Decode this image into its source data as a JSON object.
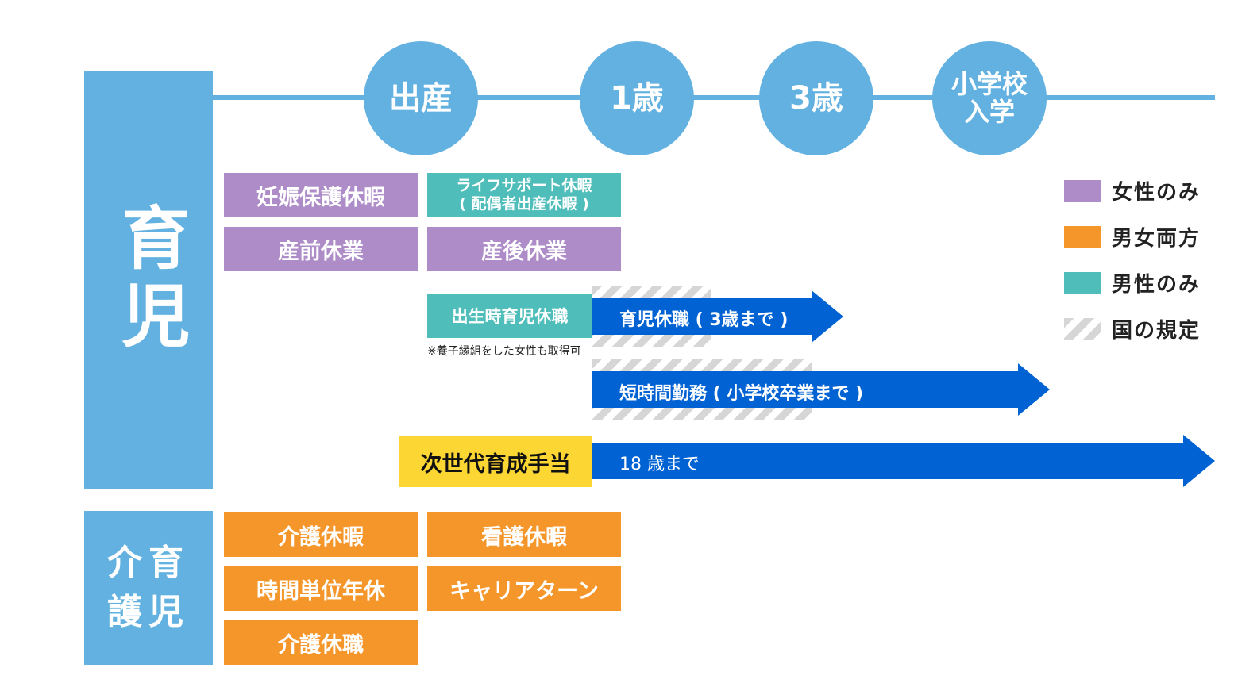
{
  "milestones": {
    "birth": "出産",
    "age1": "1歳",
    "age3": "3歳",
    "school_line1": "小学校",
    "school_line2": "入学"
  },
  "sections": {
    "childcare": "育児",
    "care_line1": "介育",
    "care_line2": "護児"
  },
  "boxes": {
    "pregnancy_leave": "妊娠保護休暇",
    "life_support_line1": "ライフサポート休暇",
    "life_support_line2": "( 配偶者出産休暇 )",
    "prenatal_leave": "産前休業",
    "postnatal_leave": "産後休業",
    "paternity_leave": "出生時育児休職",
    "adoption_note": "※養子縁組をした女性も取得可",
    "childcare_leave": "育児休職 ( 3歳まで )",
    "short_hours": "短時間勤務 ( 小学校卒業まで )",
    "next_gen_allowance": "次世代育成手当",
    "until_18": "18 歳まで",
    "care_leave": "介護休暇",
    "nursing_leave": "看護休暇",
    "hourly_leave": "時間単位年休",
    "career_return": "キャリアターン",
    "care_leave_long": "介護休職"
  },
  "legend": [
    {
      "label": "女性のみ",
      "color": "#ad8cc8"
    },
    {
      "label": "男女両方",
      "color": "#f5962b"
    },
    {
      "label": "男性のみ",
      "color": "#4fbdb9"
    },
    {
      "label": "国の規定",
      "color": "hatch"
    }
  ],
  "colors": {
    "timeline": "#62b1e0",
    "arrow": "#0062d3",
    "female": "#ad8cc8",
    "both": "#f5962b",
    "male": "#4fbdb9",
    "allowance": "#fcd734"
  }
}
